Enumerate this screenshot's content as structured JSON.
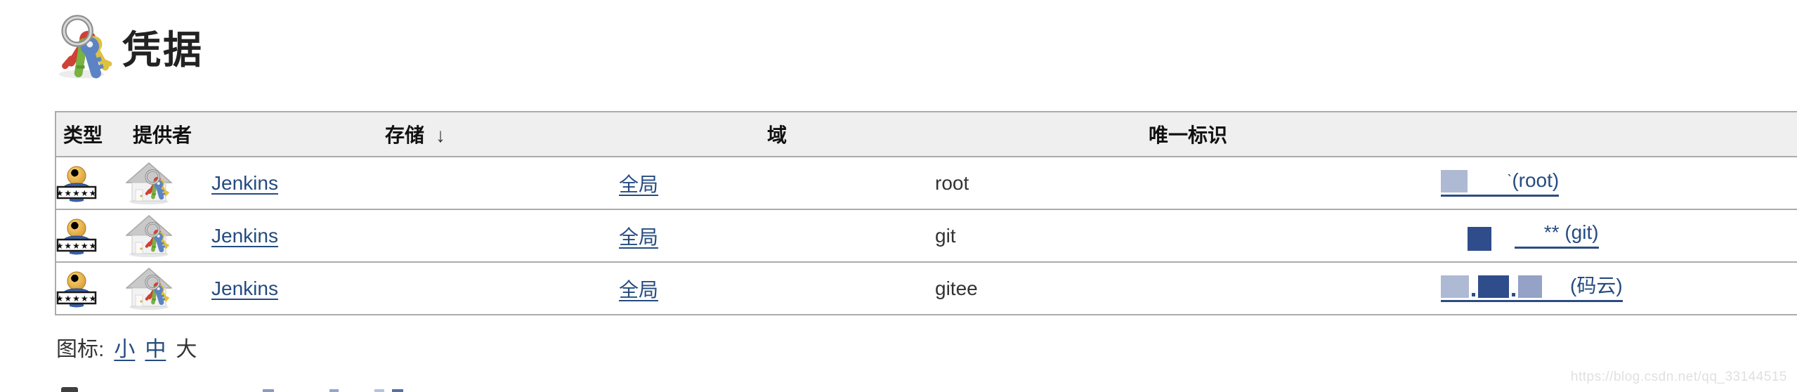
{
  "header": {
    "title": "凭据",
    "icon": "credentials-keys-icon"
  },
  "table": {
    "columns": {
      "type": "类型",
      "provider": "提供者",
      "store": "存储",
      "sort_arrow": "↓",
      "domain": "域",
      "unique_id": "唯一标识"
    },
    "rows": [
      {
        "store": "Jenkins",
        "domain": "全局",
        "unique_id": "root",
        "name_redacted_mark": "ˋ",
        "name_suffix": "(root)"
      },
      {
        "store": "Jenkins",
        "domain": "全局",
        "unique_id": "git",
        "name_suffix": "** (git)"
      },
      {
        "store": "Jenkins",
        "domain": "全局",
        "unique_id": "gitee",
        "name_suffix": "(码云)"
      }
    ]
  },
  "icon_size": {
    "label": "图标:",
    "options": [
      {
        "label": "小"
      },
      {
        "label": "中"
      },
      {
        "label": "大"
      }
    ]
  },
  "watermark": "https://blog.csdn.net/qq_33144515",
  "colors": {
    "link": "#254b80",
    "header_bg": "#efefef",
    "table_border": "#ababab",
    "text": "#333333",
    "redaction_light": "#aeb9d3",
    "redaction_dark": "#2e4d8a",
    "watermark": "#e0e0e0"
  }
}
